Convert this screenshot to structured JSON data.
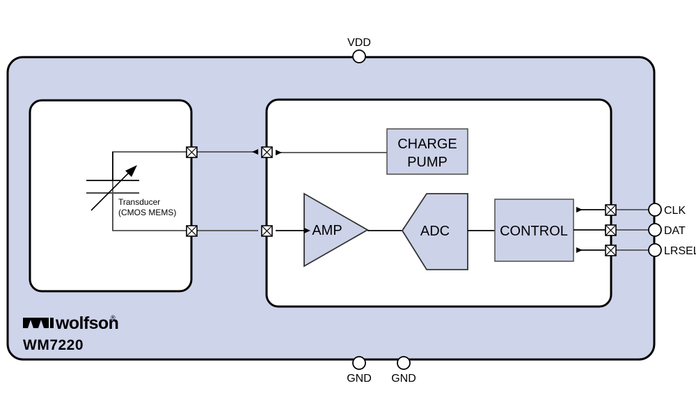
{
  "package": {
    "name": "WM7220",
    "brand": "wolfson",
    "brand_mark": "brand-chevrons-mark",
    "trademark_symbol": "®",
    "fill_color": "#ced4ea",
    "stroke_color": "#000000"
  },
  "dies": {
    "left": {
      "name": "mems-die",
      "fill_color": "#ffffff"
    },
    "right": {
      "name": "asic-die",
      "fill_color": "#ffffff"
    }
  },
  "transducer": {
    "label_line1": "Transducer",
    "label_line2": "(CMOS MEMS)",
    "symbol": "variable-capacitor-icon"
  },
  "blocks": [
    {
      "id": "charge_pump",
      "label_line1": "CHARGE",
      "label_line2": "PUMP",
      "shape": "rect",
      "fill": "#ccd2e8"
    },
    {
      "id": "amp",
      "label": "AMP",
      "shape": "triangle-right",
      "fill": "#ccd2e8"
    },
    {
      "id": "adc",
      "label": "ADC",
      "shape": "pentagon-left-point",
      "fill": "#ccd2e8"
    },
    {
      "id": "control",
      "label": "CONTROL",
      "shape": "rect",
      "fill": "#ccd2e8"
    }
  ],
  "pins": {
    "top": [
      {
        "name": "VDD",
        "label": "VDD"
      }
    ],
    "bottom": [
      {
        "name": "GND1",
        "label": "GND"
      },
      {
        "name": "GND2",
        "label": "GND"
      }
    ],
    "right": [
      {
        "name": "CLK",
        "label": "CLK",
        "direction": "input"
      },
      {
        "name": "DAT",
        "label": "DAT",
        "direction": "output"
      },
      {
        "name": "LRSEL",
        "label": "LRSEL",
        "direction": "input"
      }
    ]
  },
  "bond_pads": {
    "symbol": "bond-pad-x-icon",
    "count": 7
  }
}
